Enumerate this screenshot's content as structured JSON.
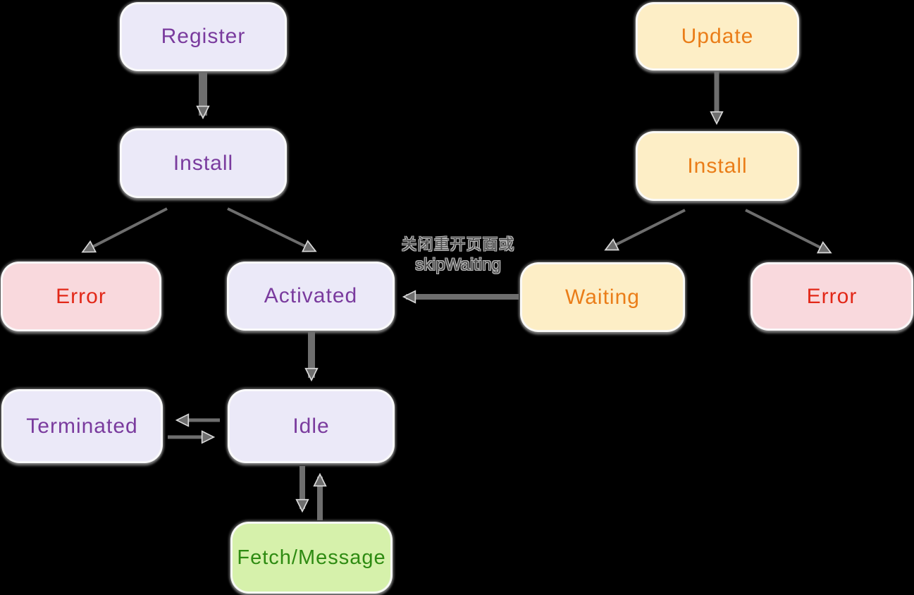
{
  "diagram": {
    "background": "#000000",
    "nodes": {
      "register": {
        "label": "Register",
        "fill": "#ebe9f8",
        "text_color": "#7a3b9e"
      },
      "install_left": {
        "label": "Install",
        "fill": "#ebe9f8",
        "text_color": "#7a3b9e"
      },
      "error_left": {
        "label": "Error",
        "fill": "#f9d9dd",
        "text_color": "#e22818"
      },
      "activated": {
        "label": "Activated",
        "fill": "#ebe9f8",
        "text_color": "#7a3b9e"
      },
      "terminated": {
        "label": "Terminated",
        "fill": "#ebe9f8",
        "text_color": "#7a3b9e"
      },
      "idle": {
        "label": "Idle",
        "fill": "#ebe9f8",
        "text_color": "#7a3b9e"
      },
      "fetch_message": {
        "label": "Fetch/Message",
        "fill": "#d6f1ab",
        "text_color": "#2e8b12"
      },
      "update": {
        "label": "Update",
        "fill": "#fdeec6",
        "text_color": "#ea7d18"
      },
      "install_right": {
        "label": "Install",
        "fill": "#fdeec6",
        "text_color": "#ea7d18"
      },
      "waiting": {
        "label": "Waiting",
        "fill": "#fdeec6",
        "text_color": "#ea7d18"
      },
      "error_right": {
        "label": "Error",
        "fill": "#f9d9dd",
        "text_color": "#e22818"
      }
    },
    "edge_label": {
      "line1": "关闭重开页面或",
      "line2": "skipWaiting",
      "text_color": "#bdbdbd"
    },
    "edges": [
      {
        "from": "Register",
        "to": "Install (left)"
      },
      {
        "from": "Install (left)",
        "to": "Error (left)"
      },
      {
        "from": "Install (left)",
        "to": "Activated"
      },
      {
        "from": "Activated",
        "to": "Idle"
      },
      {
        "from": "Idle",
        "to": "Terminated"
      },
      {
        "from": "Terminated",
        "to": "Idle"
      },
      {
        "from": "Idle",
        "to": "Fetch/Message"
      },
      {
        "from": "Fetch/Message",
        "to": "Idle"
      },
      {
        "from": "Update",
        "to": "Install (right)"
      },
      {
        "from": "Install (right)",
        "to": "Waiting"
      },
      {
        "from": "Install (right)",
        "to": "Error (right)"
      },
      {
        "from": "Waiting",
        "to": "Activated",
        "label": "关闭重开页面或 skipWaiting"
      }
    ],
    "arrow_color": "#6e6e6e"
  }
}
